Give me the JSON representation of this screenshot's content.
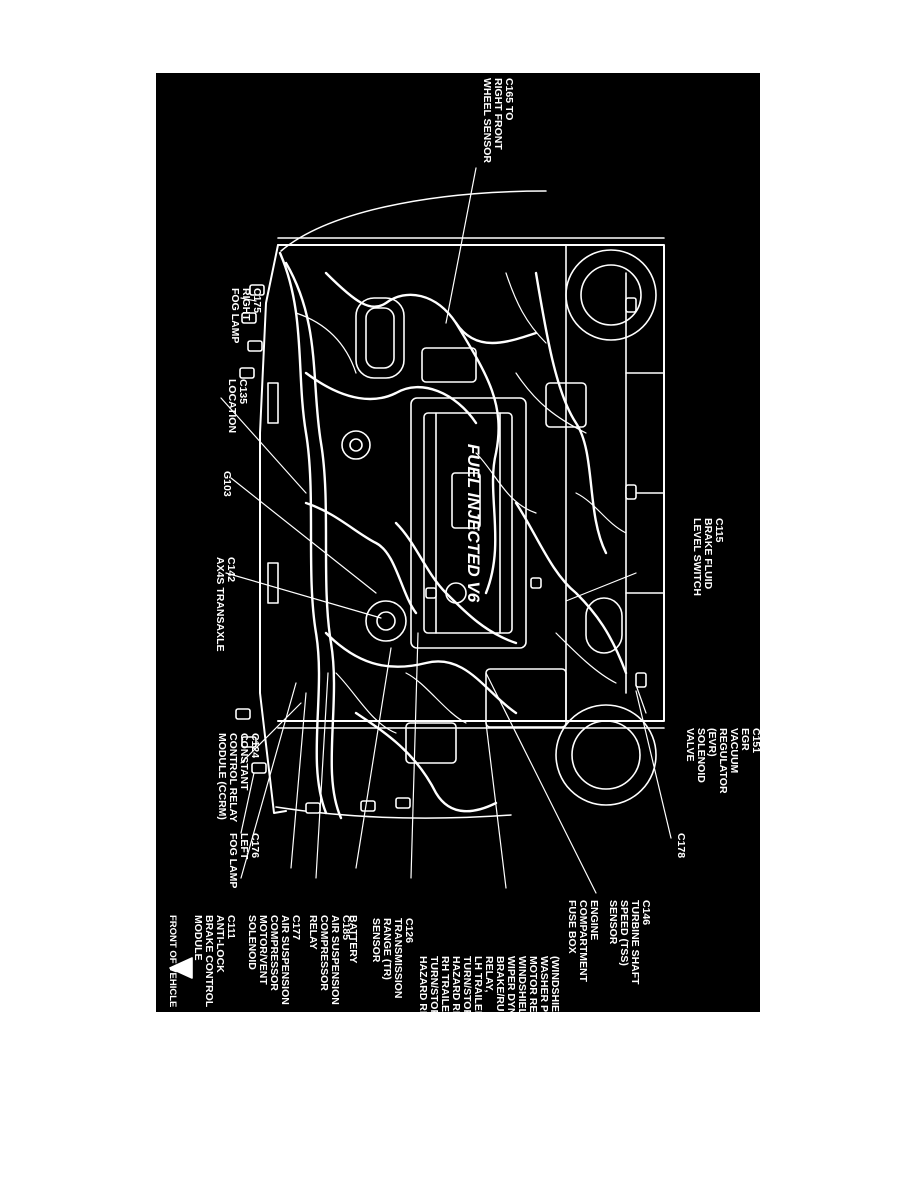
{
  "colors": {
    "background": "#000000",
    "line": "#ffffff",
    "page": "#ffffff"
  },
  "callouts": [
    {
      "id": "c165",
      "lines": [
        "C165 TO",
        "RIGHT FRONT",
        "WHEEL SENSOR"
      ]
    },
    {
      "id": "c175",
      "lines": [
        "C175",
        "RIGHT",
        "FOG LAMP"
      ]
    },
    {
      "id": "c135",
      "lines": [
        "C135",
        "LOCATION"
      ]
    },
    {
      "id": "g103",
      "lines": [
        "G103"
      ]
    },
    {
      "id": "c142",
      "lines": [
        "C142",
        "AX4S TRANSAXLE"
      ]
    },
    {
      "id": "c115",
      "lines": [
        "C115",
        "BRAKE FLUID",
        "LEVEL SWITCH"
      ]
    },
    {
      "id": "c124",
      "lines": [
        "C124",
        "CONSTANT",
        "CONTROL RELAY",
        "MODULE (CCRM)"
      ]
    },
    {
      "id": "c151",
      "lines": [
        "C151",
        "EGR",
        "VACUUM",
        "REGULATOR",
        "(EVR)",
        "SOLENOID",
        "VALVE"
      ]
    },
    {
      "id": "c176",
      "lines": [
        "C176",
        "LEFT",
        "FOG LAMP"
      ]
    },
    {
      "id": "c178",
      "lines": [
        "C178"
      ]
    },
    {
      "id": "c146",
      "lines": [
        "C146",
        "TURBINE SHAFT",
        "SPEED (TSS)",
        "SENSOR"
      ]
    },
    {
      "id": "engine_fuse",
      "lines": [
        "ENGINE",
        "COMPARTMENT",
        "FUSE BOX"
      ]
    },
    {
      "id": "windshield",
      "lines": [
        "(WINDSHIELD",
        "WASHER PUMP",
        "MOTOR RELAY,",
        "WINDSHIELD",
        "WIPER DYNAMIC",
        "BRAKE/RUN",
        "RELAY,",
        "LH TRAILER",
        "TURN/STOP/",
        "HAZARD RELAY,",
        "RH TRAILER",
        "TURN/STOP/",
        "HAZARD RELAY)"
      ]
    },
    {
      "id": "c126",
      "lines": [
        "C126",
        "TRANSMISSION",
        "RANGE (TR)",
        "SENSOR"
      ]
    },
    {
      "id": "battery",
      "lines": [
        "BATTERY"
      ]
    },
    {
      "id": "c185",
      "lines": [
        "C185",
        "AIR SUSPENSION",
        "COMPRESSOR",
        "RELAY"
      ]
    },
    {
      "id": "c177",
      "lines": [
        "C177",
        "AIR SUSPENSION",
        "COMPRESSOR",
        "MOTOR/VENT",
        "SOLENOID"
      ]
    },
    {
      "id": "c111",
      "lines": [
        "C111",
        "ANTI-LOCK",
        "BRAKE CONTROL",
        "MODULE"
      ]
    },
    {
      "id": "front",
      "lines": [
        "FRONT OF VEHICLE"
      ]
    }
  ],
  "engine_text": "FUEL INJECTED V6"
}
